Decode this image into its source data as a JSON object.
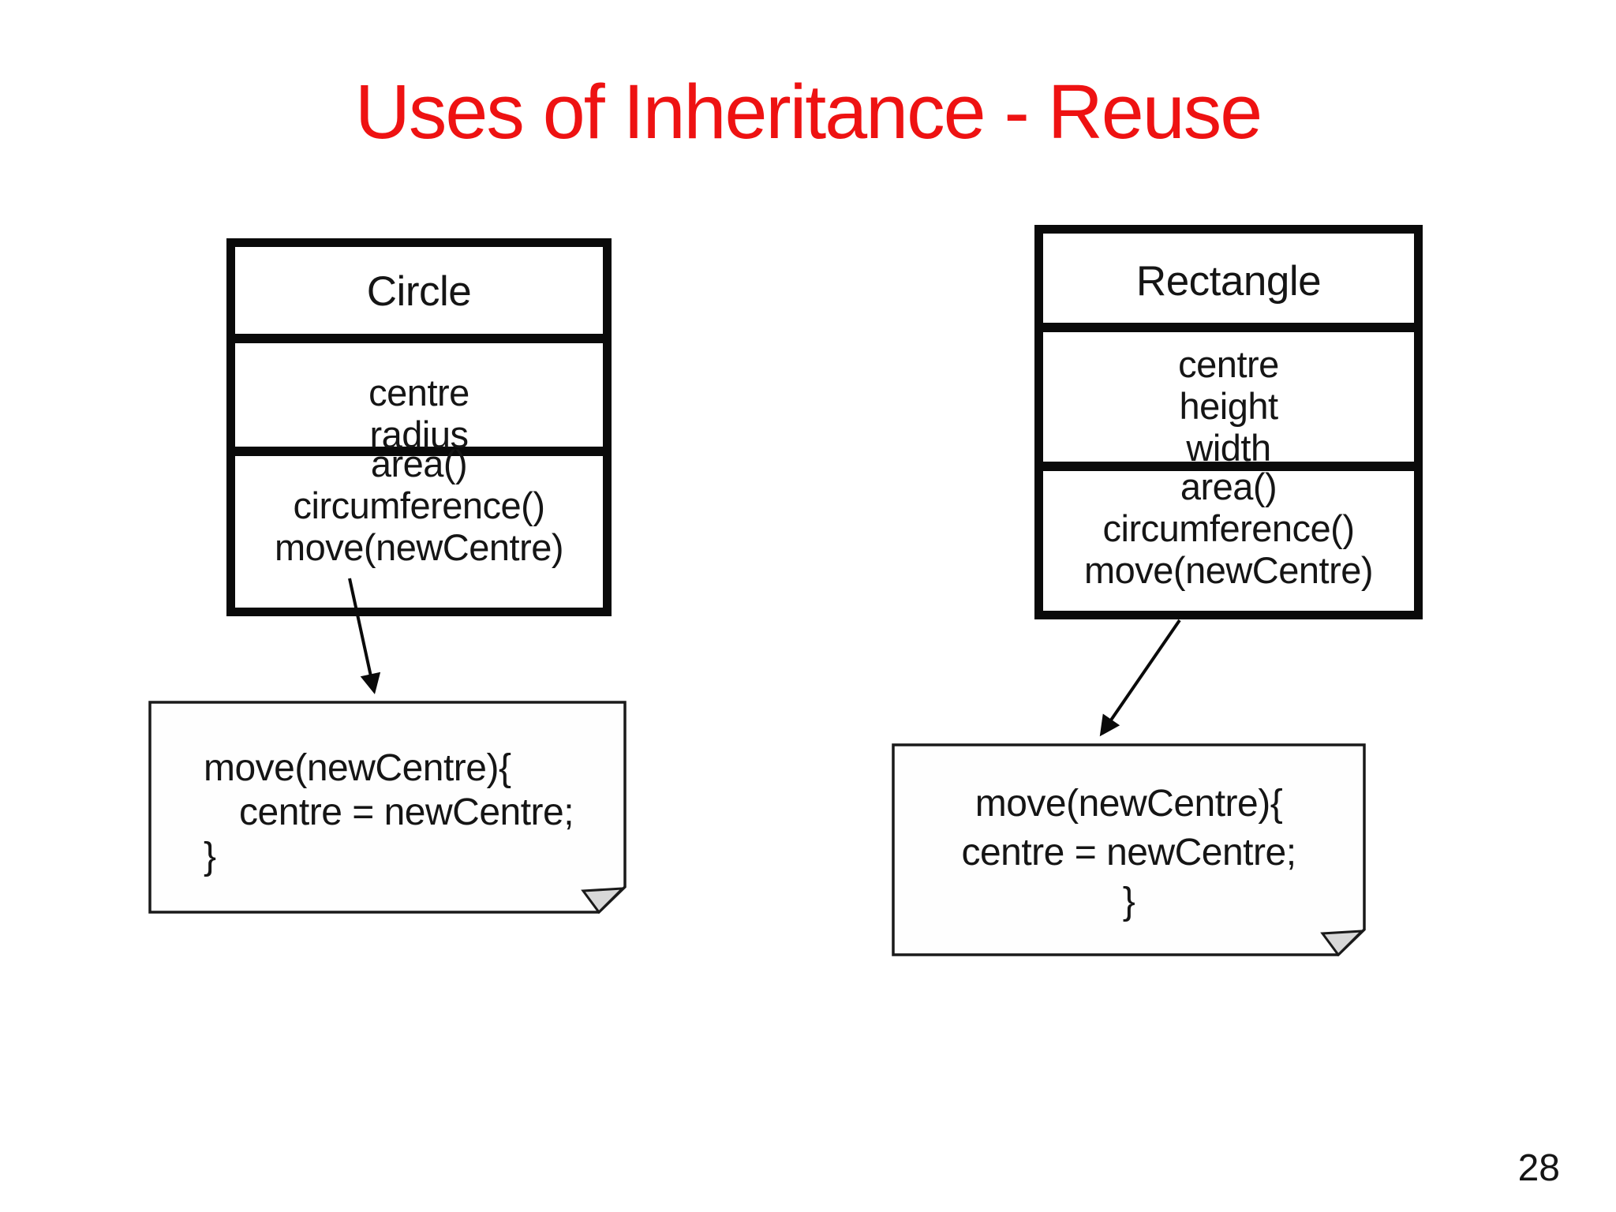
{
  "page": {
    "title": "Uses of Inheritance - Reuse",
    "page_number": "28"
  },
  "colors": {
    "title_red": "#ee1212",
    "diagram_black": "#0a0a0a",
    "text_black": "#151515",
    "note_fold_gray": "#d8d8d8",
    "background": "#ffffff"
  },
  "classes": [
    {
      "name": "Circle",
      "attributes": [
        "centre",
        "radius"
      ],
      "methods": [
        "area()",
        "circumference()",
        "move(newCentre)"
      ]
    },
    {
      "name": "Rectangle",
      "attributes": [
        "centre",
        "height",
        "width"
      ],
      "methods": [
        "area()",
        "circumference()",
        "move(newCentre)"
      ]
    }
  ],
  "notes": [
    {
      "lines": [
        "move(newCentre){",
        "centre = newCentre;",
        "}"
      ]
    },
    {
      "lines": [
        "move(newCentre){",
        "centre = newCentre;",
        "}"
      ]
    }
  ]
}
